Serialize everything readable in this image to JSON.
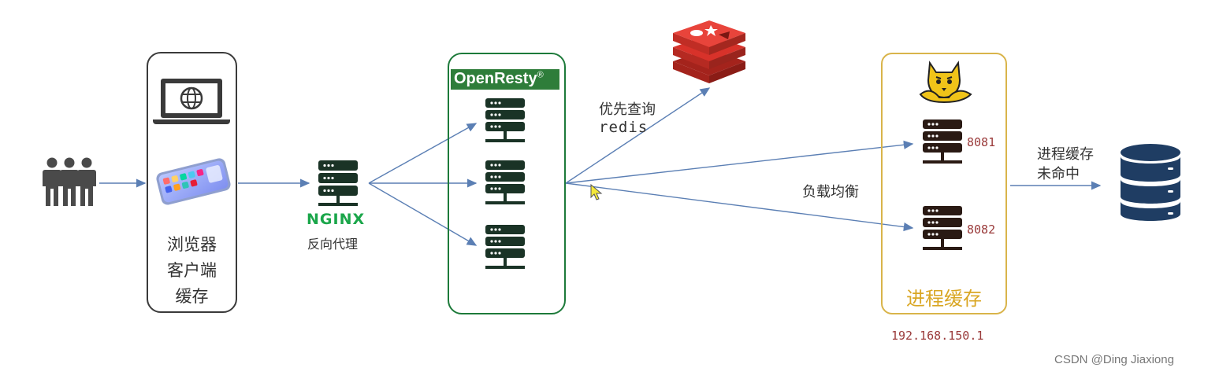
{
  "browser_box": {
    "label_lines": [
      "浏览器",
      "客户端",
      "缓存"
    ]
  },
  "nginx": {
    "logo_text": "NGINX",
    "caption": "反向代理"
  },
  "openresty": {
    "title": "OpenResty",
    "registered": "®"
  },
  "redis_edge": {
    "label_line1": "优先查询",
    "label_line2": "redis"
  },
  "load_balance": {
    "label": "负载均衡"
  },
  "tomcat_box": {
    "caption": "进程缓存",
    "ports": [
      "8081",
      "8082"
    ],
    "ip": "192.168.150.1"
  },
  "db_edge": {
    "label_line1": "进程缓存",
    "label_line2": "未命中"
  },
  "watermark": "CSDN @Ding Jiaxiong",
  "colors": {
    "arrow": "#5b7fb4",
    "server_dark": "#1a3326",
    "openresty_border": "#1d7a3a",
    "openresty_title_bg": "#2e7d3a",
    "tomcat_border": "#d9b44a",
    "tomcat_caption": "#d9a623",
    "port_text": "#9a3a3a",
    "redis": "#d8322a",
    "database": "#1f3d63"
  }
}
